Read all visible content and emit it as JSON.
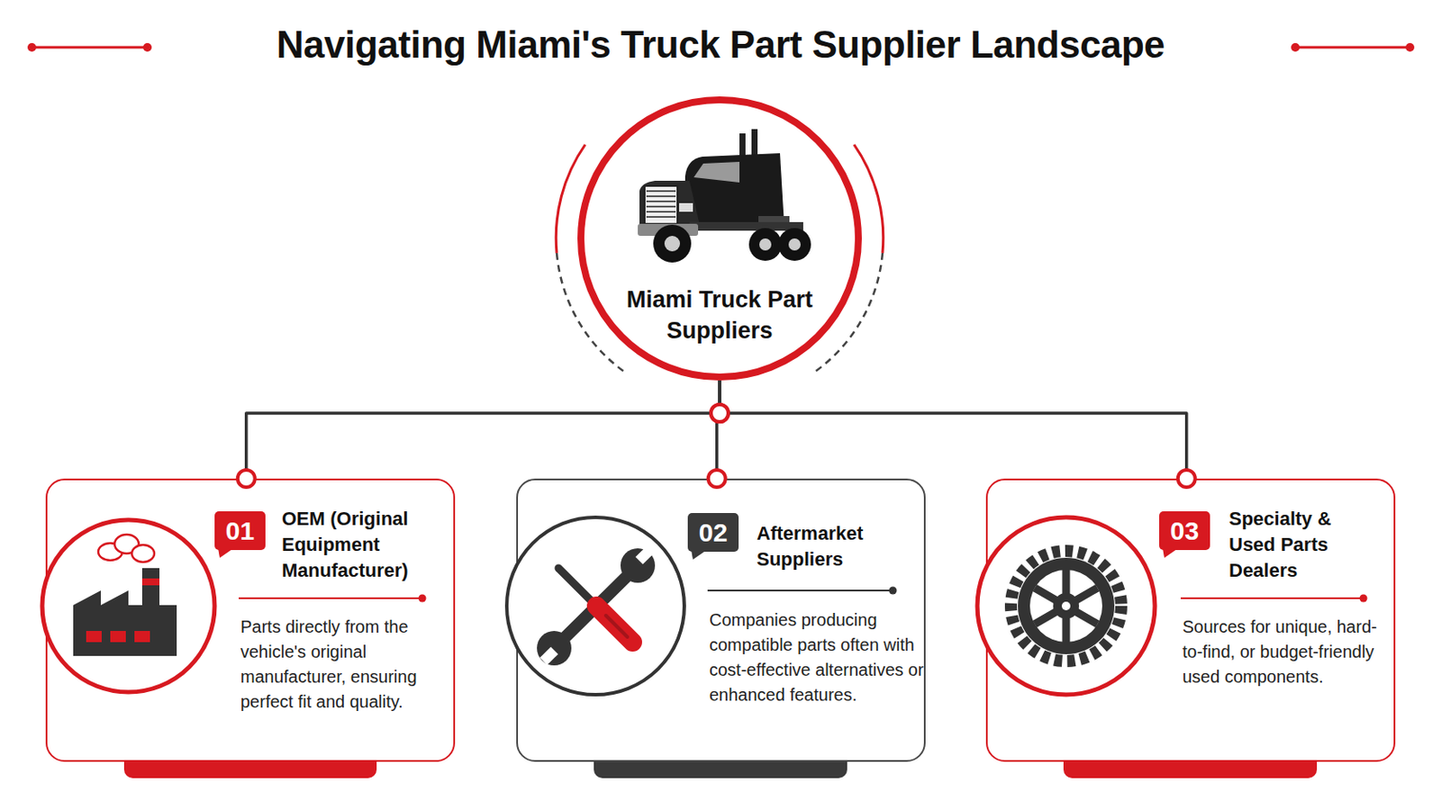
{
  "diagram": {
    "title": "Navigating Miami's Truck Part Supplier Landscape",
    "nodes": [
      {
        "text": [
          "Miami Truck Part Suppliers"
        ]
      },
      {
        "text": [
          "OEM (Original Equipment Manufacturer)",
          "Parts directly from the vehicle's original manufacturer, ensuring perfect fit and quality."
        ]
      },
      {
        "text": [
          "01"
        ],
        "in": 1
      },
      {
        "text": [
          "Aftermarket Suppliers",
          "Companies producing compatible parts often with cost-effective alternatives or enhanced features."
        ]
      },
      {
        "text": [
          "02"
        ],
        "in": 3
      },
      {
        "text": [
          "Specialty & Used Parts Dealers",
          "Sources for unique, hard-to-find, or budget-friendly used components."
        ]
      },
      {
        "text": [
          "03"
        ],
        "in": 5
      }
    ],
    "edges": [
      {
        "from": 0,
        "to": 1,
        "arrow": "none"
      },
      {
        "from": 0,
        "to": 3,
        "arrow": "none"
      },
      {
        "from": 0,
        "to": 5,
        "arrow": "none"
      }
    ]
  }
}
